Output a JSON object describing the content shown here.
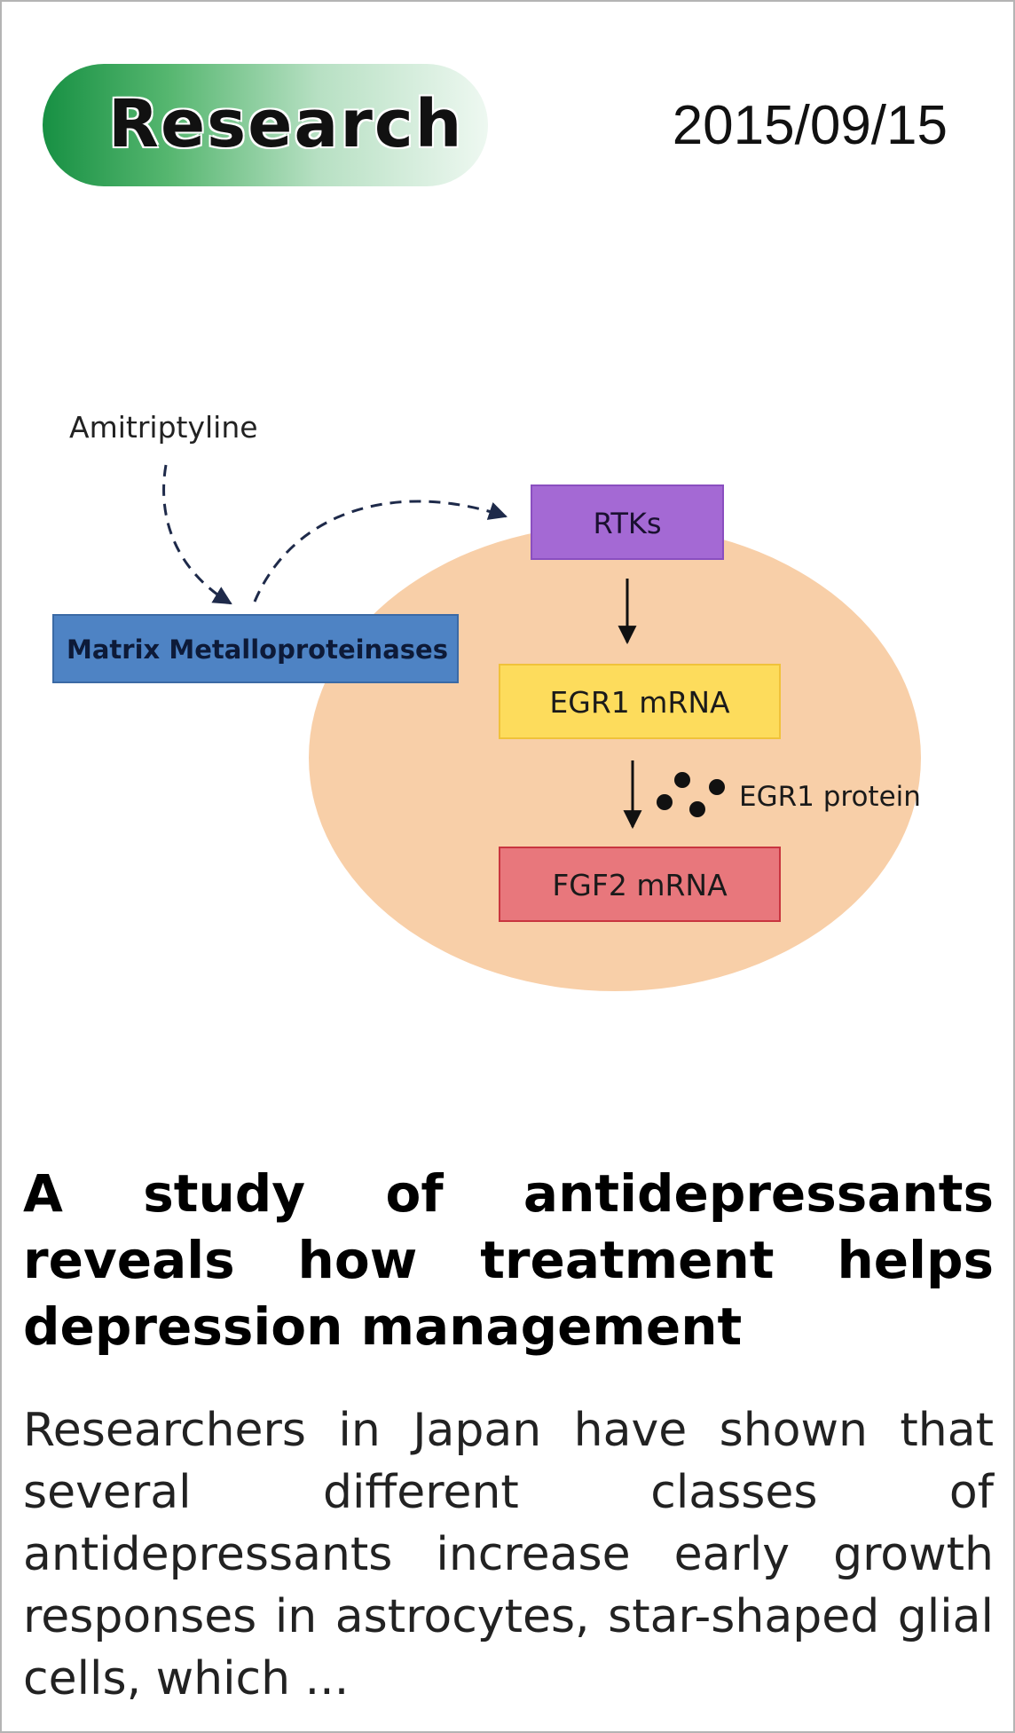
{
  "badge": {
    "label": "Research",
    "color": "#179043"
  },
  "date": "2015/09/15",
  "diagram": {
    "nodes": {
      "amitriptyline": "Amitriptyline",
      "mmp": "Matrix Metalloproteinases",
      "rtks": "RTKs",
      "egr1_mrna": "EGR1 mRNA",
      "egr1_protein": "EGR1 protein",
      "fgf2_mrna": "FGF2 mRNA"
    },
    "colors": {
      "cell": "#f8cfa8",
      "mmp": "#4e83c4",
      "rtks": "#a469d4",
      "egr1": "#fddc5c",
      "fgf2": "#e8777c",
      "arrow": "#1e2a4a"
    }
  },
  "article": {
    "title": "A study of antidepressants reveals how treatment helps depression management",
    "summary": "Researchers in Japan have shown that several different classes of antidepressants increase early growth responses in astrocytes, star-shaped glial cells, which ..."
  }
}
